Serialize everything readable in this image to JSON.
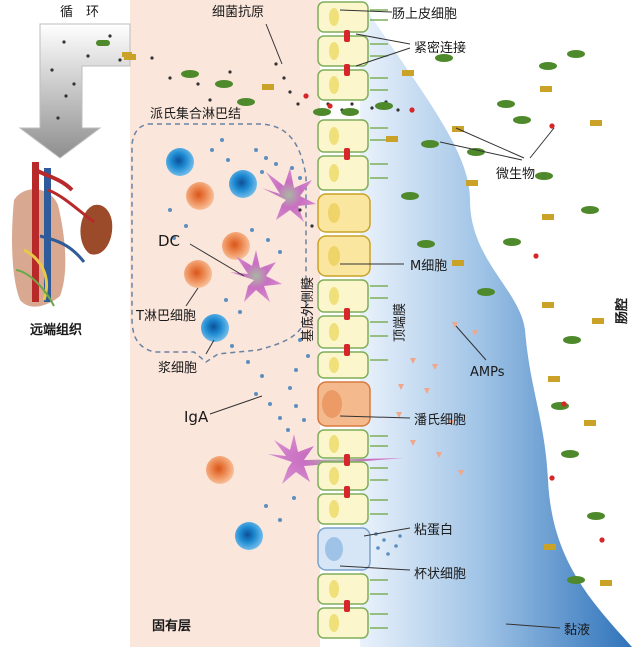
{
  "labels": {
    "circulation": "循　环",
    "bacterial_antigen": "细菌抗原",
    "enterocyte": "肠上皮细胞",
    "tight_junction": "紧密连接",
    "peyers_patch": "派氏集合淋巴结",
    "microbe": "微生物",
    "dc": "DC",
    "t_cell": "T淋巴细胞",
    "m_cell": "M细胞",
    "plasma_cell": "浆细胞",
    "basolateral": "基底外侧膜",
    "apical": "顶端膜",
    "amps": "AMPs",
    "lumen": "肠腔",
    "distal_tissue": "远端组织",
    "iga": "IgA",
    "paneth_cell": "潘氏细胞",
    "mucin": "粘蛋白",
    "goblet_cell": "杯状细胞",
    "lamina_propria": "固有层",
    "mucus": "黏液"
  },
  "colors": {
    "lamina_bg": "#fbe6dc",
    "cell_fill": "#fbf6cc",
    "cell_border": "#7fae5a",
    "mucus_dark": "#2f73ba",
    "b_cell": "#1e8bd2",
    "t_cell": "#e57a3e",
    "dendritic": "#c96fc2",
    "microbe_green": "#4e8a2c",
    "microbe_gold": "#c9a227",
    "junction_red": "#d6262a",
    "antigen_blue": "#5c8fbf"
  }
}
